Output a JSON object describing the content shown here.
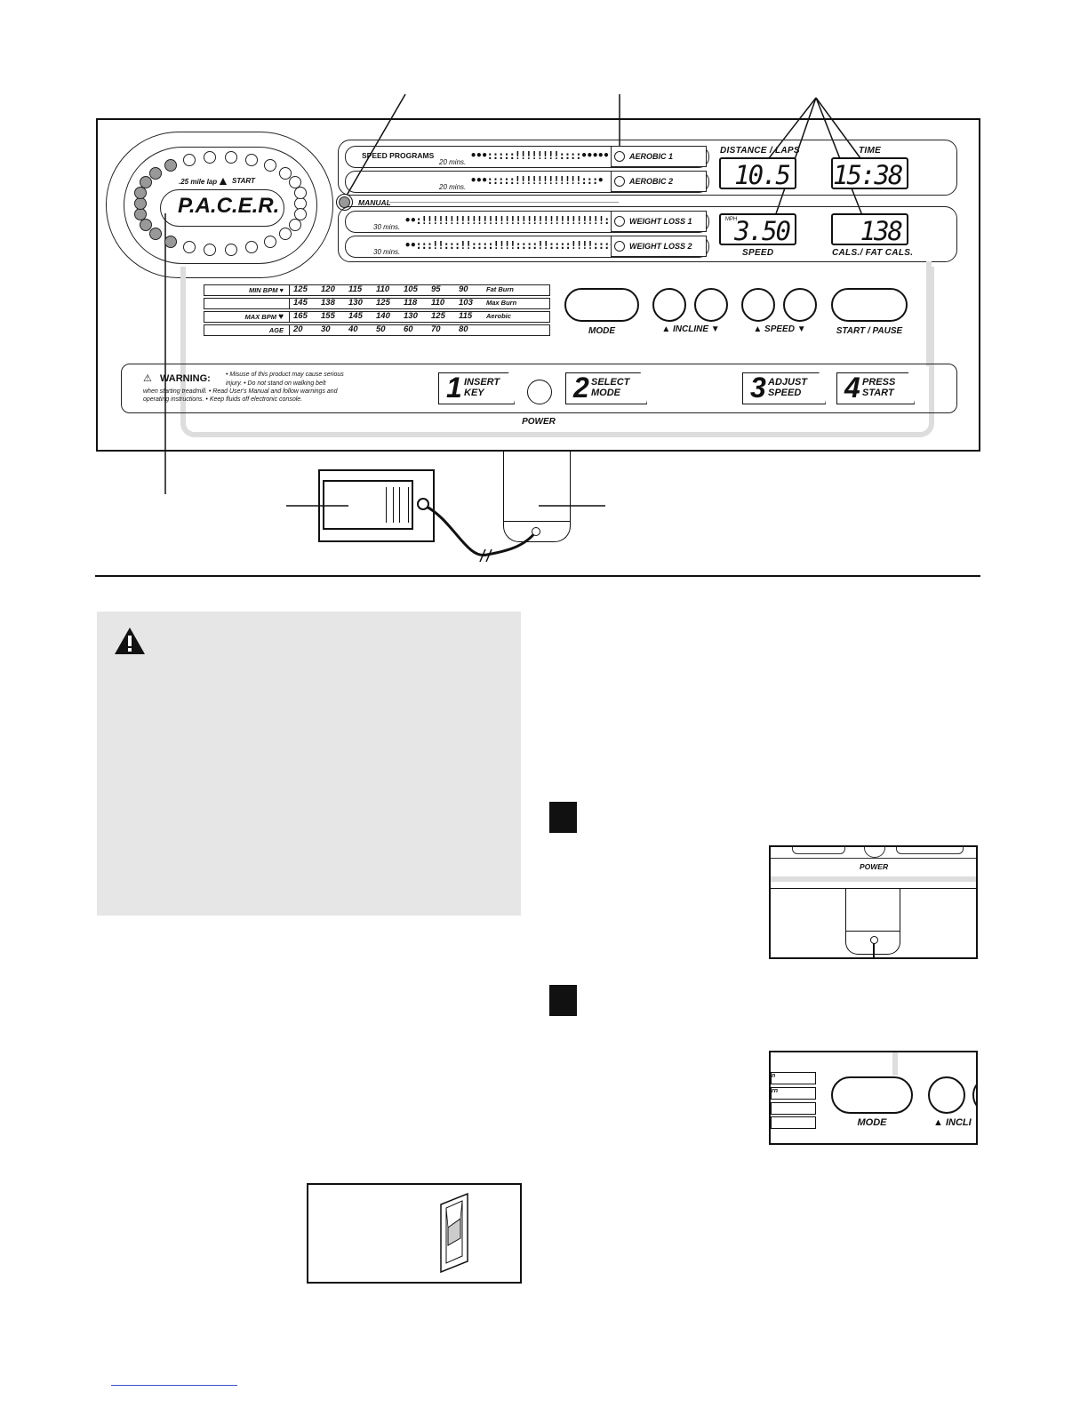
{
  "console": {
    "speed_programs_label": "SPEED PROGRAMS",
    "manual_label": "MANUAL",
    "rows": [
      {
        "duration": "20 mins.",
        "program": "AEROBIC 1"
      },
      {
        "duration": "20 mins.",
        "program": "AEROBIC 2"
      },
      {
        "duration": "30 mins.",
        "program": "WEIGHT LOSS 1"
      },
      {
        "duration": "30 mins.",
        "program": "WEIGHT LOSS 2"
      }
    ],
    "pacer": {
      "logo": "P.A.C.E.R.",
      "lap_label": ".25 mile lap",
      "start_label": "START"
    },
    "displays": {
      "distance_label": "DISTANCE / LAPS",
      "distance_value": "10.5",
      "time_label": "TIME",
      "time_value": "15:38",
      "speed_unit": "MPH",
      "speed_value": "3.50",
      "speed_label": "SPEED",
      "calories_value": "138",
      "calories_label": "CALS./ FAT CALS."
    },
    "heart_rate_chart": {
      "rows": [
        {
          "head": "MIN BPM",
          "values": [
            "125",
            "120",
            "115",
            "110",
            "105",
            "95",
            "90"
          ],
          "zone": "Fat Burn"
        },
        {
          "head": "",
          "values": [
            "145",
            "138",
            "130",
            "125",
            "118",
            "110",
            "103"
          ],
          "zone": "Max Burn"
        },
        {
          "head": "MAX BPM",
          "values": [
            "165",
            "155",
            "145",
            "140",
            "130",
            "125",
            "115"
          ],
          "zone": "Aerobic"
        },
        {
          "head": "AGE",
          "values": [
            "20",
            "30",
            "40",
            "50",
            "60",
            "70",
            "80"
          ],
          "zone": ""
        }
      ]
    },
    "buttons": {
      "mode": "MODE",
      "incline": "INCLINE",
      "speed": "SPEED",
      "start_pause": "START / PAUSE",
      "power": "POWER"
    },
    "warning": {
      "title": "WARNING:",
      "line1": "• Misuse of this product may cause serious",
      "line2": "injury.   • Do not stand on walking belt",
      "line3": "when starting treadmill.   • Read User's Manual and follow warnings and",
      "line4": "operating instructions.   • Keep fluids off electronic console."
    },
    "steps": [
      {
        "num": "1",
        "line1": "INSERT",
        "line2": "KEY"
      },
      {
        "num": "2",
        "line1": "SELECT",
        "line2": "MODE"
      },
      {
        "num": "3",
        "line1": "ADJUST",
        "line2": "SPEED"
      },
      {
        "num": "4",
        "line1": "PRESS",
        "line2": "START"
      }
    ]
  },
  "insets": {
    "power_label": "POWER",
    "mode_label": "MODE",
    "incline_label": "INCLI",
    "side_text": [
      "n",
      "rn",
      "",
      ""
    ]
  }
}
